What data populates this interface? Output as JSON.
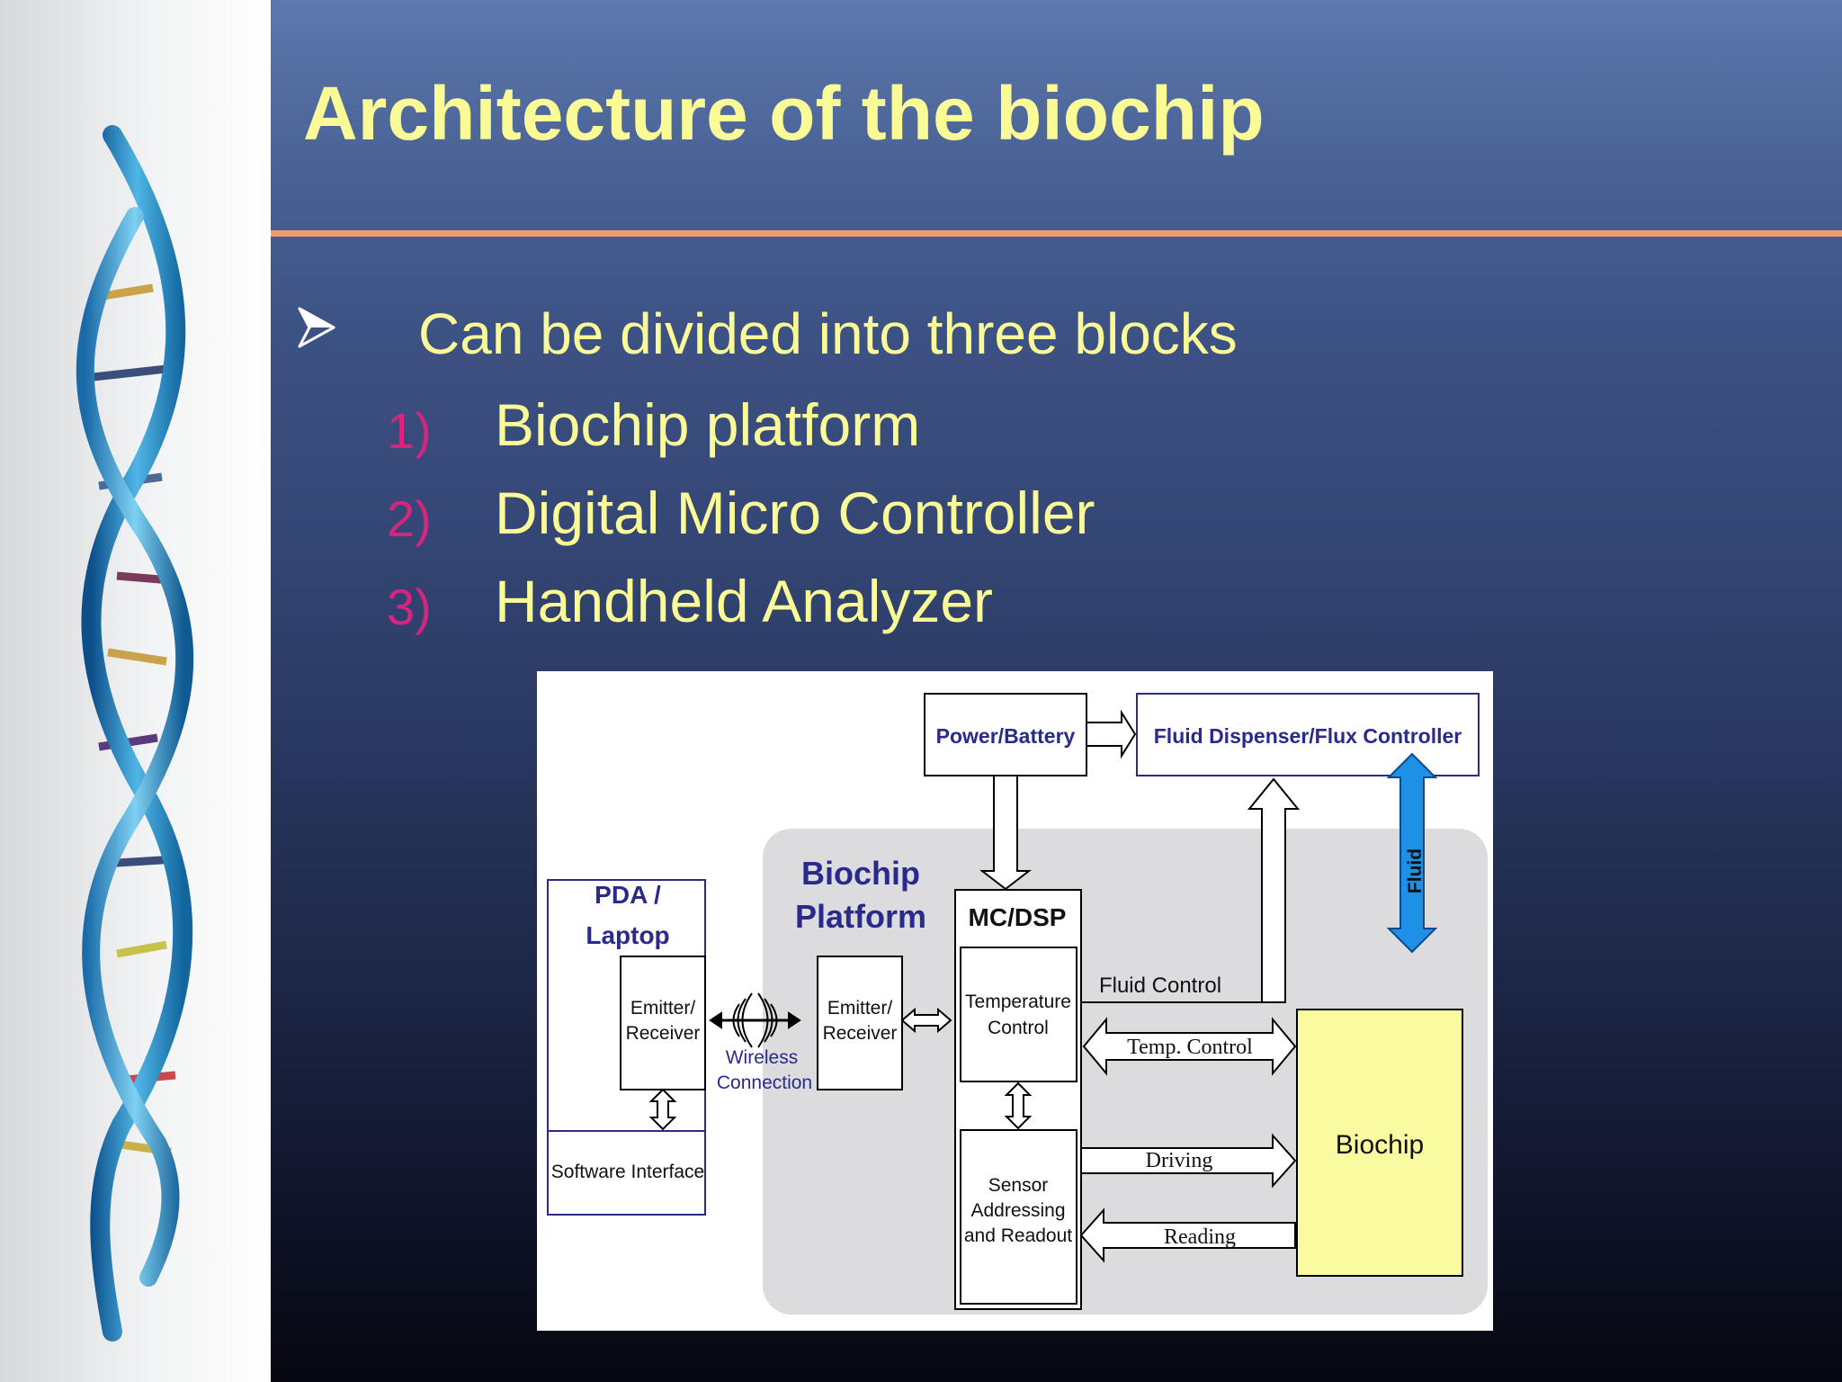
{
  "slide": {
    "title": "Architecture of the biochip",
    "intro_bullet": "Can be divided into three blocks",
    "blocks": [
      {
        "num": "1)",
        "label": "Biochip platform"
      },
      {
        "num": "2)",
        "label": "Digital Micro Controller"
      },
      {
        "num": "3)",
        "label": "Handheld Analyzer"
      }
    ]
  },
  "diagram": {
    "power_battery": "Power/Battery",
    "fluid_dispenser": "Fluid Dispenser/Flux Controller",
    "biochip_platform_line1": "Biochip",
    "biochip_platform_line2": "Platform",
    "pda_line1": "PDA /",
    "pda_line2": "Laptop",
    "emitter_line1": "Emitter/",
    "emitter_line2": "Receiver",
    "software_interface": "Software Interface",
    "wireless_line1": "Wireless",
    "wireless_line2": "Connection",
    "mc_dsp": "MC/DSP",
    "temperature_line1": "Temperature",
    "temperature_line2": "Control",
    "sensor_line1": "Sensor",
    "sensor_line2": "Addressing",
    "sensor_line3": "and Readout",
    "fluid_control": "Fluid Control",
    "temp_control_arrow": "Temp. Control",
    "driving": "Driving",
    "reading": "Reading",
    "biochip": "Biochip",
    "fluid": "Fluid"
  },
  "colors": {
    "title_text": "#fafa96",
    "number_text": "#d8247e",
    "divider": "#f59a6a",
    "diagram_blue_text": "#2a2a8c",
    "fluid_arrow": "#1e90e6",
    "biochip_fill": "#fafaa0",
    "platform_bg": "#dcdcdf"
  },
  "icons": {
    "bullet": "arrowhead-bullet-icon",
    "wireless": "wireless-waves-icon",
    "sidebar": "dna-helix-icon"
  }
}
